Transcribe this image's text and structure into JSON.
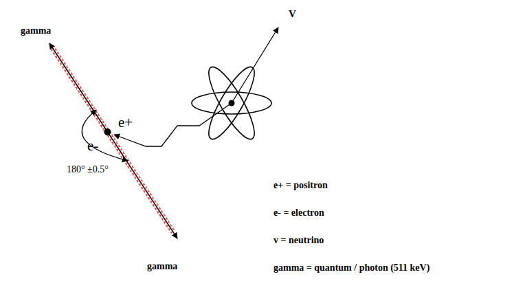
{
  "diagram": {
    "labels": [
      "gamma",
      "V",
      "e+",
      "e-",
      "180° ±0.5°",
      "gamma",
      "e+ = positron",
      "e- = electron",
      "v = neutrino",
      "gamma = quantum / photon (511 keV)"
    ]
  }
}
